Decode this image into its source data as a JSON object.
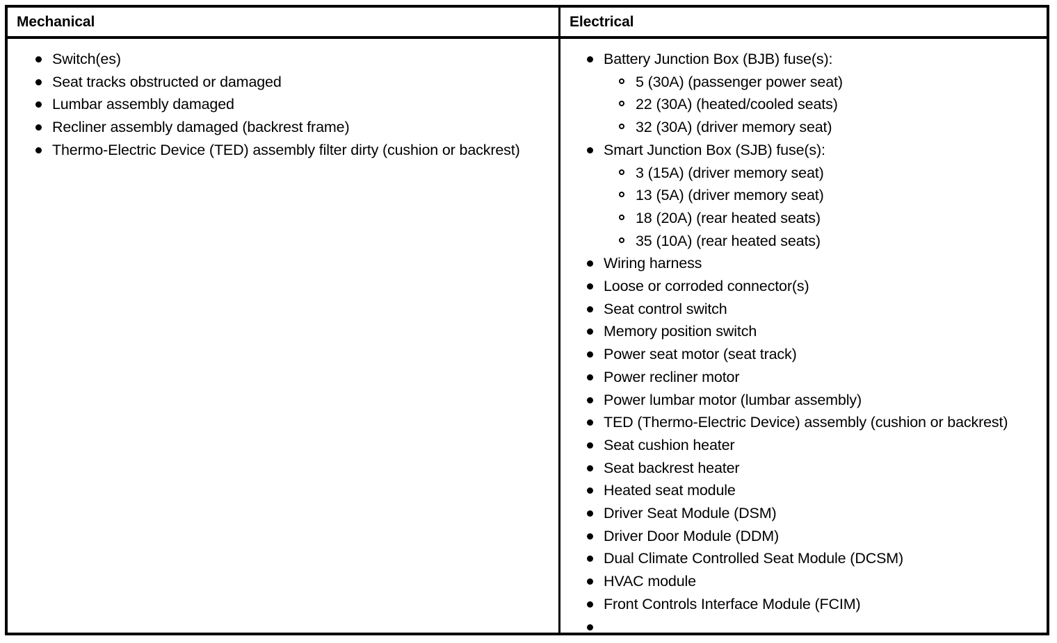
{
  "table": {
    "columns": [
      {
        "header": "Mechanical",
        "items": [
          {
            "text": "Switch(es)"
          },
          {
            "text": "Seat tracks obstructed or damaged"
          },
          {
            "text": "Lumbar assembly damaged"
          },
          {
            "text": "Recliner assembly damaged (backrest frame)"
          },
          {
            "text": "Thermo-Electric Device (TED) assembly filter dirty (cushion or backrest)"
          }
        ]
      },
      {
        "header": "Electrical",
        "items": [
          {
            "text": "Battery Junction Box (BJB) fuse(s):",
            "subitems": [
              {
                "text": "5 (30A) (passenger power seat)"
              },
              {
                "text": "22 (30A) (heated/cooled seats)"
              },
              {
                "text": "32 (30A) (driver memory seat)"
              }
            ]
          },
          {
            "text": "Smart Junction Box (SJB) fuse(s):",
            "subitems": [
              {
                "text": "3 (15A) (driver memory seat)"
              },
              {
                "text": "13 (5A) (driver memory seat)"
              },
              {
                "text": "18 (20A) (rear heated seats)"
              },
              {
                "text": "35 (10A) (rear heated seats)"
              }
            ]
          },
          {
            "text": "Wiring harness"
          },
          {
            "text": "Loose or corroded connector(s)"
          },
          {
            "text": "Seat control switch"
          },
          {
            "text": "Memory position switch"
          },
          {
            "text": "Power seat motor (seat track)"
          },
          {
            "text": "Power recliner motor"
          },
          {
            "text": "Power lumbar motor (lumbar assembly)"
          },
          {
            "text": "TED (Thermo-Electric Device) assembly (cushion or backrest)"
          },
          {
            "text": "Seat cushion heater"
          },
          {
            "text": "Seat backrest heater"
          },
          {
            "text": "Heated seat module"
          },
          {
            "text": "Driver Seat Module (DSM)"
          },
          {
            "text": "Driver Door Module (DDM)"
          },
          {
            "text": "Dual Climate Controlled Seat Module (DCSM)"
          },
          {
            "text": "HVAC module"
          },
          {
            "text": "Front Controls Interface Module (FCIM)"
          }
        ]
      }
    ]
  }
}
